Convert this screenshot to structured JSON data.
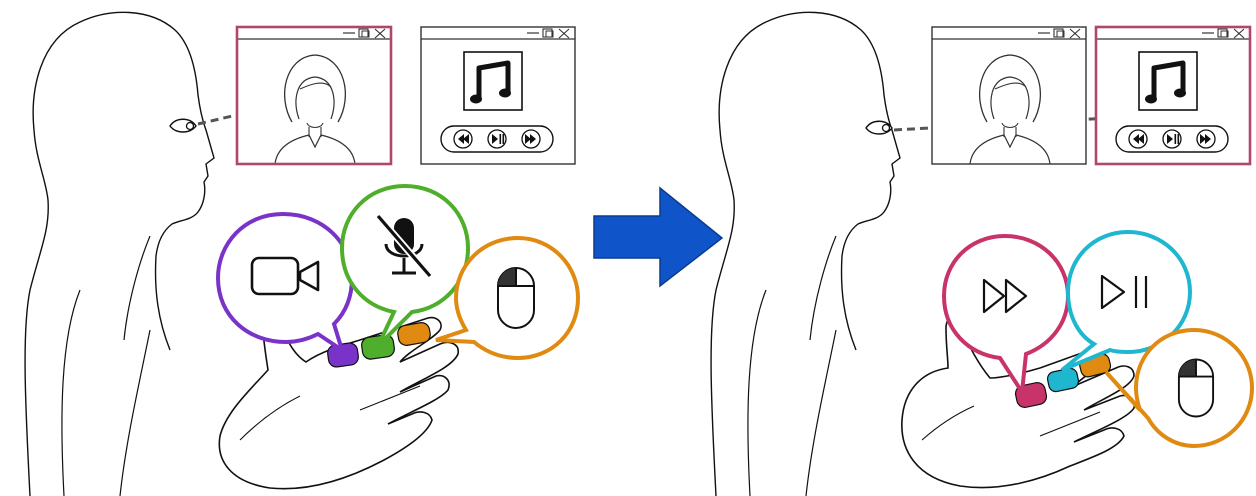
{
  "colors": {
    "outline": "#111111",
    "gaze_line": "#555555",
    "window_active_border": "#b0466e",
    "window_inactive_border": "#333333",
    "camera_accent": "#7a33c9",
    "mic_accent": "#4fae2b",
    "mouse_accent": "#e08a12",
    "fast_forward_accent": "#c8336a",
    "play_pause_accent": "#1fb7cf",
    "arrow": "#0f55c9",
    "arrow_dark": "#0a3c90"
  },
  "panels": [
    {
      "id": "left",
      "gaze_target": "video-call-window",
      "windows": [
        {
          "kind": "video-call",
          "active": true
        },
        {
          "kind": "music-player",
          "active": false
        }
      ],
      "finger_controls": [
        {
          "icon": "camera-icon",
          "accent": "camera"
        },
        {
          "icon": "mic-muted-icon",
          "accent": "mic"
        },
        {
          "icon": "mouse-icon",
          "accent": "mouse"
        }
      ]
    },
    {
      "id": "right",
      "gaze_target": "music-player-window",
      "windows": [
        {
          "kind": "video-call",
          "active": false
        },
        {
          "kind": "music-player",
          "active": true
        }
      ],
      "finger_controls": [
        {
          "icon": "fast-forward-icon",
          "accent": "fast_forward"
        },
        {
          "icon": "play-pause-icon",
          "accent": "play_pause"
        },
        {
          "icon": "mouse-icon",
          "accent": "mouse"
        }
      ]
    }
  ],
  "transition_arrow": {
    "direction": "right"
  }
}
